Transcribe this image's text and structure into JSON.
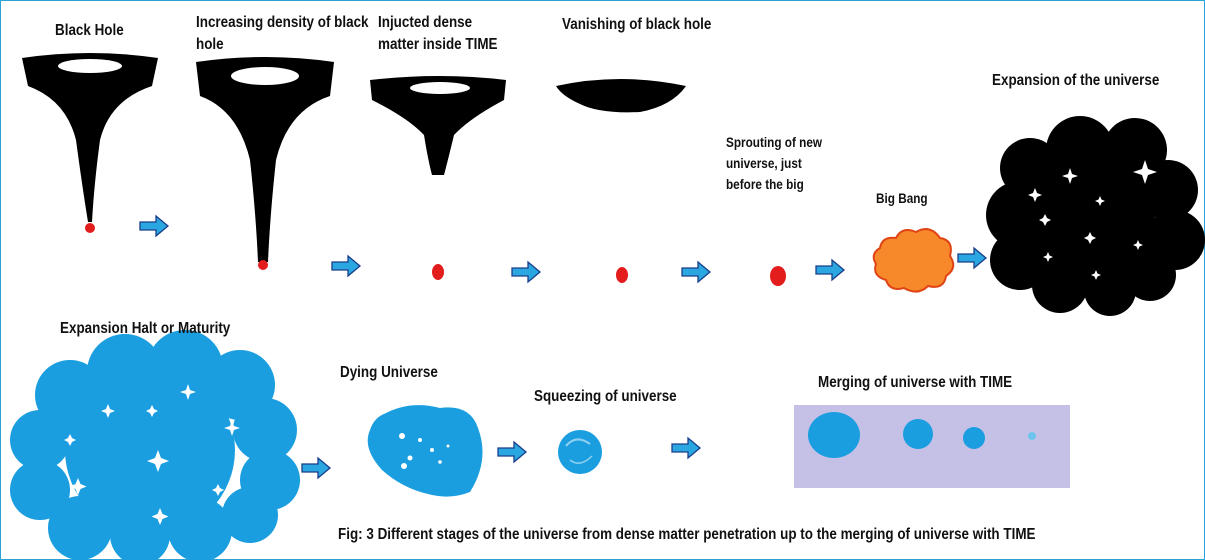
{
  "stages": {
    "black_hole": "Black Hole",
    "increasing_density": "Increasing density of black hole",
    "injected_matter": "Injucted dense matter inside TIME",
    "vanishing": "Vanishing of black hole",
    "sprouting": "Sprouting of new universe, just before the big",
    "big_bang": "Big Bang",
    "expansion": "Expansion of the universe",
    "expansion_halt": "Expansion Halt or Maturity",
    "dying": "Dying Universe",
    "squeezing": "Squeezing of universe",
    "merging": "Merging of universe with  TIME"
  },
  "caption": "Fig: 3 Different stages of the universe from dense matter penetration up to the merging of universe with TIME",
  "colors": {
    "frame": "#29a3d9",
    "black_hole": "#000000",
    "matter_dot": "#e31c1c",
    "arrow": "#2aa6e0",
    "arrow_outline": "#1a3e8a",
    "big_bang": "#f7892b",
    "universe_blue": "#1a9ee0",
    "merge_panel": "#c4c0e6"
  }
}
